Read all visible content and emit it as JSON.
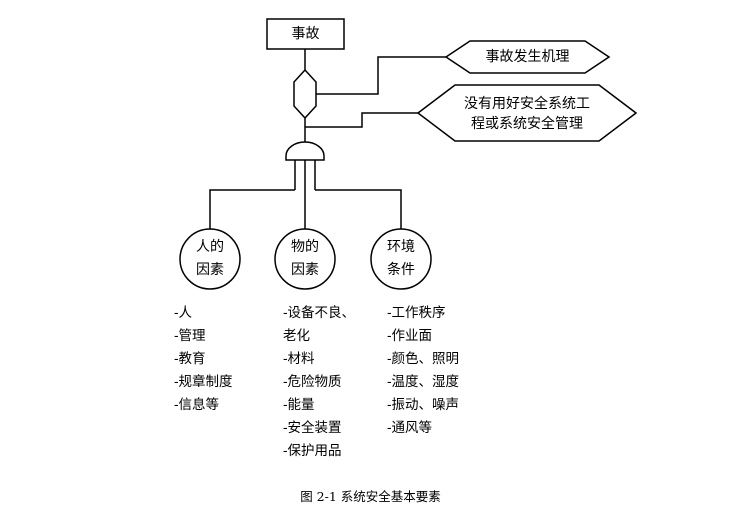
{
  "diagram": {
    "top_event": "事故",
    "condition_1": "事故发生机理",
    "condition_2_lines": [
      "没有用好安全系统工",
      "程或系统安全管理"
    ],
    "factors": [
      {
        "lines": [
          "人的",
          "因素"
        ],
        "items": [
          "-人",
          "-管理",
          "-教育",
          "-规章制度",
          "-信息等"
        ]
      },
      {
        "lines": [
          "物的",
          "因素"
        ],
        "items": [
          "-设备不良、",
          "老化",
          "-材料",
          "-危险物质",
          "-能量",
          "-安全装置",
          "-保护用品"
        ]
      },
      {
        "lines": [
          "环境",
          "条件"
        ],
        "items": [
          "-工作秩序",
          "-作业面",
          "-颜色、照明",
          "-温度、湿度",
          "-振动、噪声",
          "-通风等"
        ]
      }
    ]
  },
  "caption": "图  2-1  系统安全基本要素"
}
